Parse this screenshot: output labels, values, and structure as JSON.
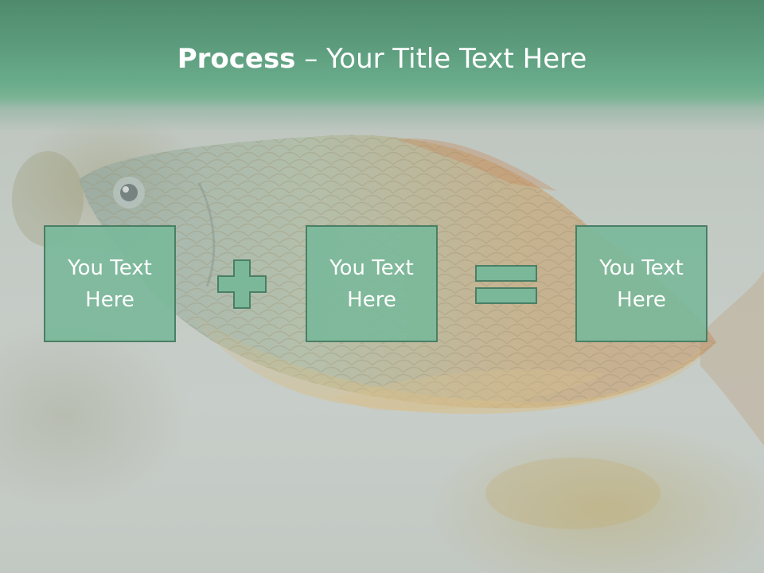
{
  "slide": {
    "title_bold": "Process",
    "title_rest": " – Your Title Text Here",
    "steps": [
      {
        "line1": "You Text",
        "line2": "Here"
      },
      {
        "line1": "You Text",
        "line2": "Here"
      },
      {
        "line1": "You Text",
        "line2": "Here"
      }
    ],
    "operators": [
      "plus-icon",
      "equals-icon"
    ]
  },
  "colors": {
    "title_bar": "#5c9c7d",
    "box_fill": "#7bb89a",
    "box_border": "#4a7f66",
    "operator_fill": "#7bb89a",
    "background": "#c3cac4",
    "text": "#ffffff"
  }
}
